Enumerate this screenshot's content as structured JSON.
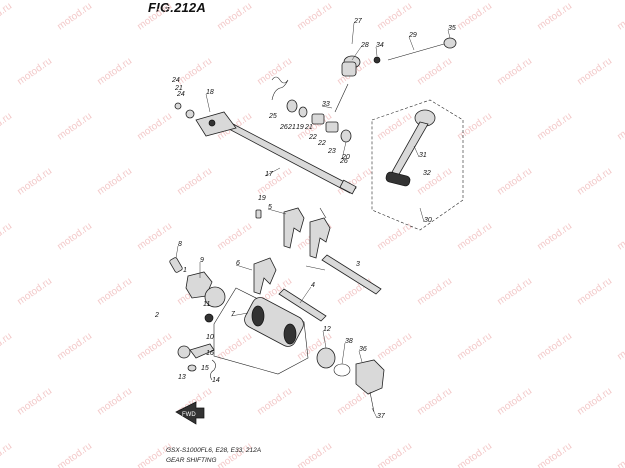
{
  "figure": {
    "title": "FIG.212A",
    "model_line": "GSX-S1000FL6, E28, E33, 212A",
    "caption": "GEAR SHIFTING",
    "watermark": "motod.ru",
    "fwd_label": "FWD"
  },
  "callouts": [
    "1",
    "2",
    "3",
    "4",
    "5",
    "6",
    "7",
    "8",
    "9",
    "10",
    "11",
    "12",
    "13",
    "14",
    "15",
    "16",
    "17",
    "18",
    "19",
    "20",
    "21",
    "22",
    "23",
    "24",
    "25",
    "26",
    "27",
    "28",
    "29",
    "30",
    "31",
    "32",
    "33",
    "34",
    "35",
    "36",
    "37",
    "38"
  ],
  "colors": {
    "watermark": "#f3c9c9",
    "line": "#222222",
    "part_fill": "#d9d9d9"
  }
}
